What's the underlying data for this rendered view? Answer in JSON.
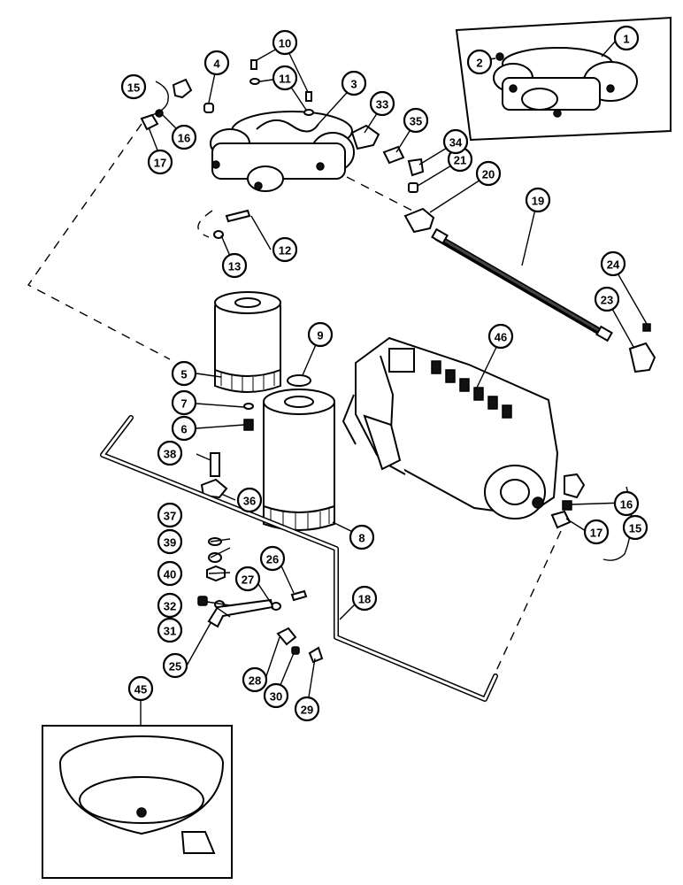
{
  "callouts": [
    {
      "id": "c1",
      "label": "1"
    },
    {
      "id": "c2",
      "label": "2"
    },
    {
      "id": "c3",
      "label": "3"
    },
    {
      "id": "c4",
      "label": "4"
    },
    {
      "id": "c5",
      "label": "5"
    },
    {
      "id": "c6",
      "label": "6"
    },
    {
      "id": "c7",
      "label": "7"
    },
    {
      "id": "c8",
      "label": "8"
    },
    {
      "id": "c9",
      "label": "9"
    },
    {
      "id": "c10",
      "label": "10"
    },
    {
      "id": "c11",
      "label": "11"
    },
    {
      "id": "c12",
      "label": "12"
    },
    {
      "id": "c13",
      "label": "13"
    },
    {
      "id": "c15a",
      "label": "15"
    },
    {
      "id": "c15b",
      "label": "15"
    },
    {
      "id": "c16a",
      "label": "16"
    },
    {
      "id": "c16b",
      "label": "16"
    },
    {
      "id": "c17a",
      "label": "17"
    },
    {
      "id": "c17b",
      "label": "17"
    },
    {
      "id": "c18",
      "label": "18"
    },
    {
      "id": "c19",
      "label": "19"
    },
    {
      "id": "c20",
      "label": "20"
    },
    {
      "id": "c21",
      "label": "21"
    },
    {
      "id": "c23",
      "label": "23"
    },
    {
      "id": "c24",
      "label": "24"
    },
    {
      "id": "c25",
      "label": "25"
    },
    {
      "id": "c26",
      "label": "26"
    },
    {
      "id": "c27",
      "label": "27"
    },
    {
      "id": "c28",
      "label": "28"
    },
    {
      "id": "c29",
      "label": "29"
    },
    {
      "id": "c30",
      "label": "30"
    },
    {
      "id": "c31",
      "label": "31"
    },
    {
      "id": "c32",
      "label": "32"
    },
    {
      "id": "c33",
      "label": "33"
    },
    {
      "id": "c34",
      "label": "34"
    },
    {
      "id": "c35",
      "label": "35"
    },
    {
      "id": "c36",
      "label": "36"
    },
    {
      "id": "c37",
      "label": "37"
    },
    {
      "id": "c38",
      "label": "38"
    },
    {
      "id": "c39",
      "label": "39"
    },
    {
      "id": "c40",
      "label": "40"
    },
    {
      "id": "c45",
      "label": "45"
    },
    {
      "id": "c46",
      "label": "46"
    }
  ]
}
